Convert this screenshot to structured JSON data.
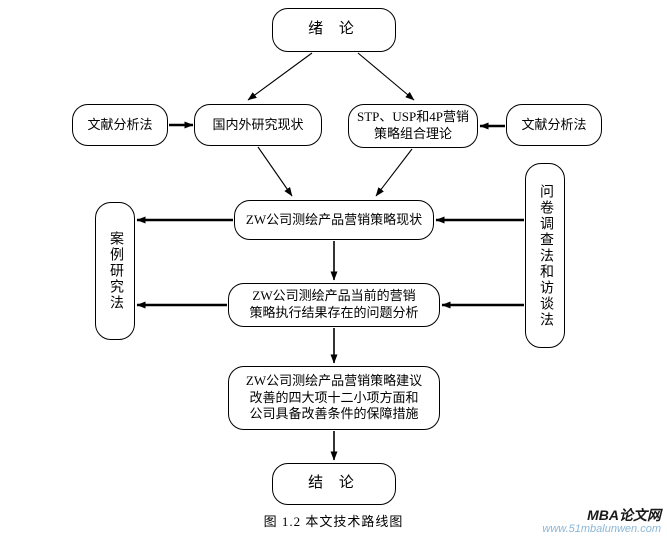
{
  "figure": {
    "caption": "图 1.2  本文技术路线图",
    "background_color": "#ffffff",
    "line_color": "#000000"
  },
  "nodes": {
    "intro": {
      "label": "绪   论",
      "shape": "rounded-rect",
      "orientation": "horizontal"
    },
    "lit_left": {
      "label": "文献分析法",
      "shape": "rounded-rect",
      "orientation": "horizontal"
    },
    "research": {
      "label": "国内外研究现状",
      "shape": "rounded-rect",
      "orientation": "horizontal"
    },
    "theory": {
      "label": "STP、USP和4P营销\n策略组合理论",
      "shape": "rounded-rect",
      "orientation": "horizontal"
    },
    "lit_right": {
      "label": "文献分析法",
      "shape": "rounded-rect",
      "orientation": "horizontal"
    },
    "case": {
      "label": "案例研究法",
      "shape": "rounded-rect",
      "orientation": "vertical"
    },
    "survey": {
      "label": "问卷调查法和访谈法",
      "shape": "rounded-rect",
      "orientation": "vertical"
    },
    "current": {
      "label": "ZW公司测绘产品营销策略现状",
      "shape": "rounded-rect",
      "orientation": "horizontal"
    },
    "problem": {
      "label": "ZW公司测绘产品当前的营销\n策略执行结果存在的问题分析",
      "shape": "rounded-rect",
      "orientation": "horizontal"
    },
    "suggest": {
      "label": "ZW公司测绘产品营销策略建议\n改善的四大项十二小项方面和\n公司具备改善条件的保障措施",
      "shape": "rounded-rect",
      "orientation": "horizontal"
    },
    "conclusion": {
      "label": "结   论",
      "shape": "rounded-rect",
      "orientation": "horizontal"
    }
  },
  "edges": [
    {
      "from": "intro",
      "to": "research",
      "style": "diagonal",
      "arrow": "end"
    },
    {
      "from": "intro",
      "to": "theory",
      "style": "diagonal",
      "arrow": "end"
    },
    {
      "from": "lit_left",
      "to": "research",
      "style": "horizontal",
      "arrow": "end"
    },
    {
      "from": "lit_right",
      "to": "theory",
      "style": "horizontal",
      "arrow": "end"
    },
    {
      "from": "research",
      "to": "current",
      "style": "diagonal",
      "arrow": "end"
    },
    {
      "from": "theory",
      "to": "current",
      "style": "diagonal",
      "arrow": "end"
    },
    {
      "from": "current",
      "to": "case",
      "style": "horizontal",
      "arrow": "end"
    },
    {
      "from": "survey",
      "to": "current",
      "style": "horizontal",
      "arrow": "end"
    },
    {
      "from": "current",
      "to": "problem",
      "style": "vertical",
      "arrow": "end"
    },
    {
      "from": "problem",
      "to": "case",
      "style": "horizontal",
      "arrow": "end"
    },
    {
      "from": "survey",
      "to": "problem",
      "style": "horizontal",
      "arrow": "end"
    },
    {
      "from": "problem",
      "to": "suggest",
      "style": "vertical",
      "arrow": "end"
    },
    {
      "from": "suggest",
      "to": "conclusion",
      "style": "vertical",
      "arrow": "end"
    }
  ],
  "watermark": {
    "brand": "MBA论文网",
    "url": "www.51mbalunwen.com",
    "brand_color": "#1a1a1a",
    "url_color": "#8ab6d6"
  }
}
